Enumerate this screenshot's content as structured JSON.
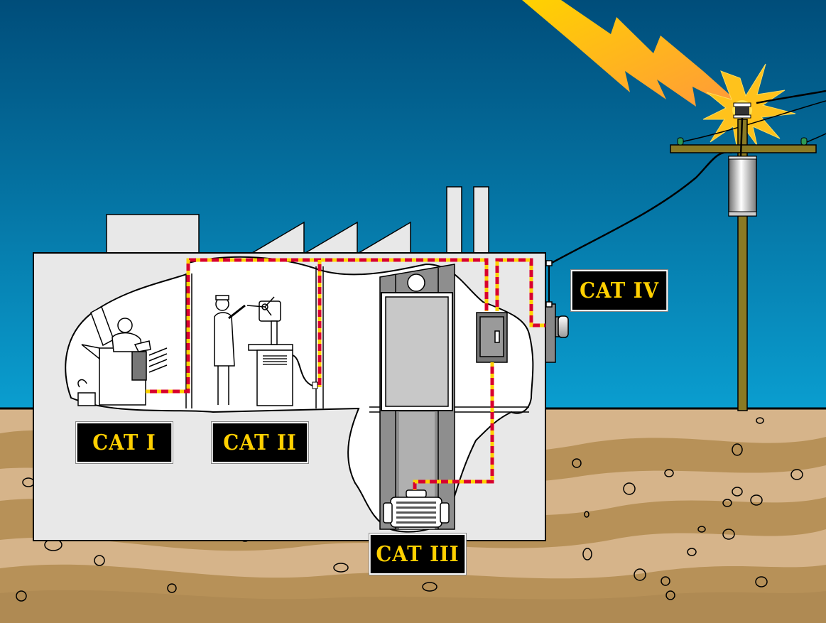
{
  "title": "Measurement category locations: CAT I to CAT IV",
  "labels": {
    "cat1": "CAT I",
    "cat2": "CAT II",
    "cat3": "CAT III",
    "cat4": "CAT IV"
  },
  "scene": {
    "zones": [
      {
        "category": "CAT I",
        "depicts": "worker at office equipment / electronics"
      },
      {
        "category": "CAT II",
        "depicts": "worker at plug-in drill press (outlet load)"
      },
      {
        "category": "CAT III",
        "depicts": "distribution panel and motor in building"
      },
      {
        "category": "CAT IV",
        "depicts": "service entrance, meter, utility pole transformer, lightning strike"
      }
    ]
  },
  "colors": {
    "sky_top": "#004f7c",
    "sky_bottom": "#0c9acb",
    "ground_light": "#d6b48a",
    "ground_dark": "#b79158",
    "building": "#e8e8e8",
    "wire_red": "#d8002e",
    "wire_yellow": "#ffd200",
    "label_bg": "#000000",
    "label_text": "#ffd000",
    "pole": "#8a7a24",
    "lightning": "#ffc02a"
  }
}
